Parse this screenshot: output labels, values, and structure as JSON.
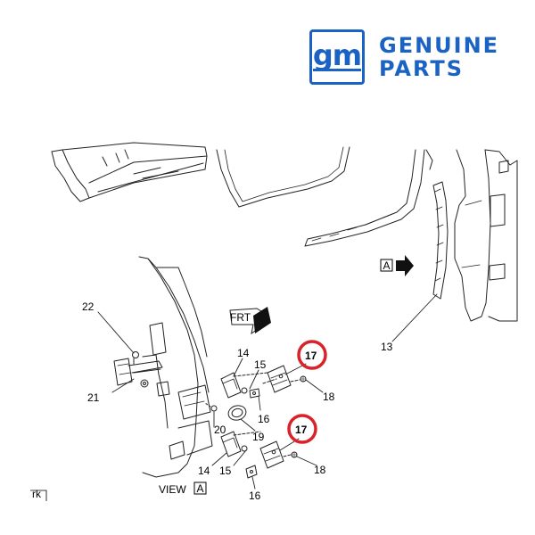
{
  "logo": {
    "mark": "gm",
    "line1": "GENUINE",
    "line2": "PARTS",
    "color": "#1a63c4"
  },
  "callouts": {
    "c22": "22",
    "c21": "21",
    "c14a": "14",
    "c15a": "15",
    "c17a": "17",
    "c18a": "18",
    "c16a": "16",
    "c19": "19",
    "c20": "20",
    "c17b": "17",
    "c18b": "18",
    "c14b": "14",
    "c15b": "15",
    "c16b": "16",
    "c13": "13"
  },
  "view_label": "VIEW",
  "view_letter": "A",
  "a_marker": "A",
  "frt_label": "FRT",
  "corner_text": "rk",
  "highlight_color": "#d9232a"
}
